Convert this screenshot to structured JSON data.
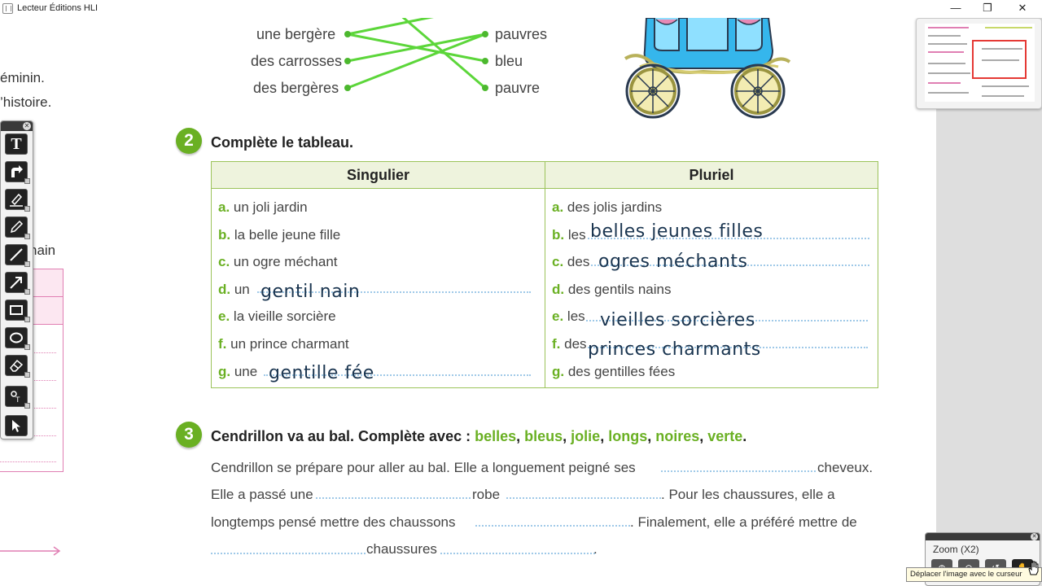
{
  "window": {
    "title": "Lecteur Éditions HLI",
    "controls": [
      "—",
      "❐",
      "✕"
    ]
  },
  "left_page": {
    "fragment_1": "éminin.",
    "fragment_2": "’histoire.",
    "fragment_3": "nain"
  },
  "matching": {
    "left_items": [
      "une bergère",
      "des carrosses",
      "des bergères"
    ],
    "right_items": [
      "pauvres",
      "bleu",
      "pauvre"
    ]
  },
  "section2": {
    "number": "2",
    "title": "Complète le tableau.",
    "col_singulier": "Singulier",
    "col_pluriel": "Pluriel",
    "singulier": [
      {
        "letter": "a.",
        "text": "un joli jardin",
        "answer": ""
      },
      {
        "letter": "b.",
        "text": "la belle jeune fille",
        "answer": ""
      },
      {
        "letter": "c.",
        "text": "un ogre méchant",
        "answer": ""
      },
      {
        "letter": "d.",
        "text": "un",
        "answer": "gentil nain"
      },
      {
        "letter": "e.",
        "text": "la vieille sorcière",
        "answer": ""
      },
      {
        "letter": "f.",
        "text": "un prince charmant",
        "answer": ""
      },
      {
        "letter": "g.",
        "text": "une",
        "answer": "gentille fée"
      }
    ],
    "pluriel": [
      {
        "letter": "a.",
        "text": "des jolis jardins",
        "answer": ""
      },
      {
        "letter": "b.",
        "text": "les",
        "answer": "belles jeunes filles"
      },
      {
        "letter": "c.",
        "text": "des",
        "answer": "ogres méchants"
      },
      {
        "letter": "d.",
        "text": "des gentils nains",
        "answer": ""
      },
      {
        "letter": "e.",
        "text": "les",
        "answer": "vieilles sorcières"
      },
      {
        "letter": "f.",
        "text": "des",
        "answer": "princes charmants"
      },
      {
        "letter": "g.",
        "text": "des gentilles fées",
        "answer": ""
      }
    ]
  },
  "section3": {
    "number": "3",
    "title_prefix": "Cendrillon va au bal. Complète avec : ",
    "words": [
      "belles",
      "bleus",
      "jolie",
      "longs",
      "noires",
      "verte"
    ],
    "sep": ", ",
    "end": ".",
    "line1_a": "Cendrillon se prépare pour aller au bal. Elle a longuement peigné ses",
    "line1_b": "cheveux.",
    "line2_a": "Elle a passé une",
    "line2_b": "robe",
    "line2_c": ". Pour les chaussures, elle a",
    "line3_a": "longtemps pensé mettre des chaussons",
    "line3_b": ". Finalement, elle a préféré mettre de",
    "line4_a": "chaussures",
    "line4_b": "."
  },
  "tools": [
    "text-tool",
    "arrow-tool",
    "highlighter-tool",
    "pencil-tool",
    "line-tool",
    "arrow-line-tool",
    "rectangle-tool",
    "ellipse-tool",
    "eraser-tool",
    "stamp-tool",
    "select-tool"
  ],
  "zoom": {
    "label": "Zoom (X2)",
    "tooltip": "Déplacer l'image avec le curseur"
  },
  "colors": {
    "accent_green": "#6ab023",
    "table_border": "#9bc35a",
    "handwriting": "#1a3550",
    "pink": "#e07fb3"
  }
}
